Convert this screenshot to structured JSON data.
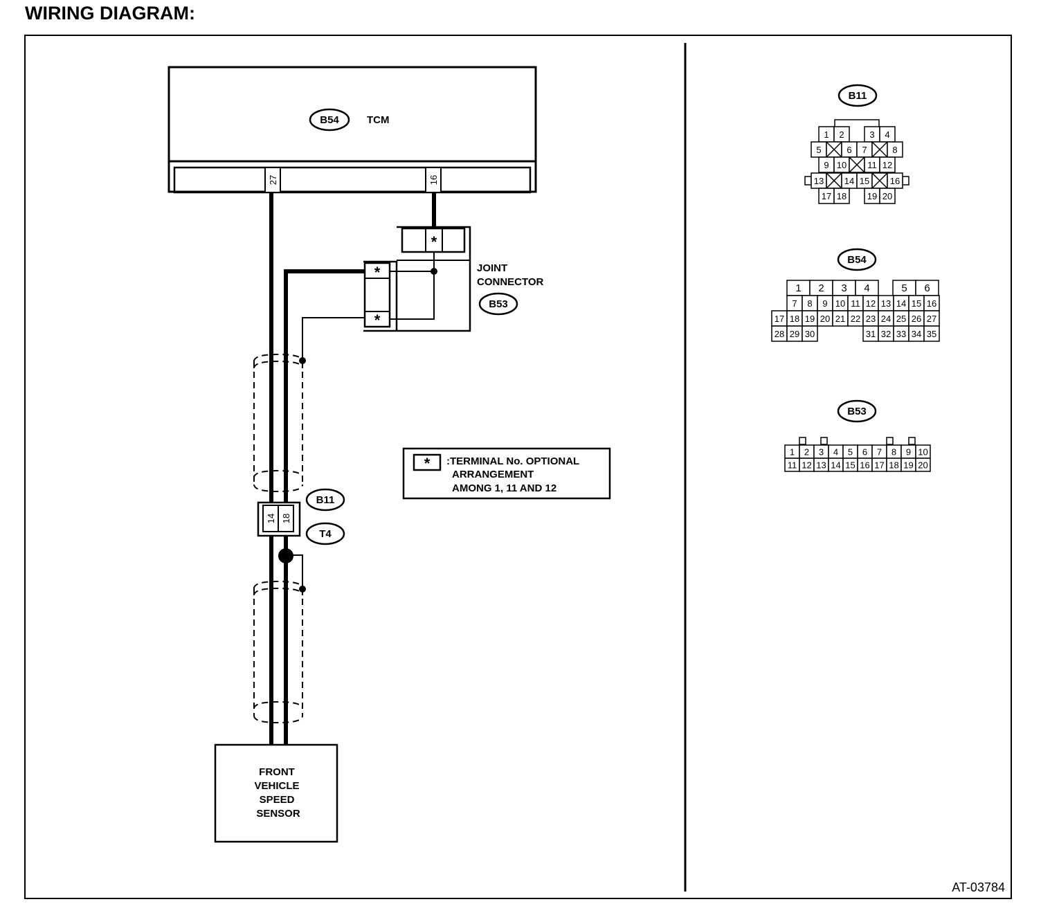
{
  "title": "WIRING DIAGRAM:",
  "doc_code": "AT-03784",
  "tcm": {
    "connector": "B54",
    "label": "TCM",
    "pin_left": "27",
    "pin_right": "16"
  },
  "joint_connector": {
    "label_line1": "JOINT",
    "label_line2": "CONNECTOR",
    "connector": "B53",
    "terminal_mark": "*"
  },
  "intermediate": {
    "connector_top": "B11",
    "connector_bottom": "T4",
    "pin_left": "14",
    "pin_right": "18"
  },
  "sensor": {
    "lines": [
      "FRONT",
      "VEHICLE",
      "SPEED",
      "SENSOR"
    ]
  },
  "legend": {
    "mark": "*",
    "line1": ":TERMINAL No. OPTIONAL",
    "line2": "ARRANGEMENT",
    "line3": "AMONG 1, 11 AND 12"
  },
  "pinouts": {
    "b11": {
      "label": "B11",
      "row1": [
        "1",
        "2",
        "3",
        "4"
      ],
      "row2": [
        "5",
        "6",
        "7",
        "8"
      ],
      "row3": [
        "9",
        "10",
        "11",
        "12"
      ],
      "row4": [
        "13",
        "14",
        "15",
        "16"
      ],
      "row5": [
        "17",
        "18",
        "19",
        "20"
      ]
    },
    "b54": {
      "label": "B54",
      "row1": [
        "1",
        "2",
        "3",
        "4",
        "5",
        "6"
      ],
      "row2": [
        "7",
        "8",
        "9",
        "10",
        "11",
        "12",
        "13",
        "14",
        "15",
        "16"
      ],
      "row3": [
        "17",
        "18",
        "19",
        "20",
        "21",
        "22",
        "23",
        "24",
        "25",
        "26",
        "27"
      ],
      "row4": [
        "28",
        "29",
        "30",
        "31",
        "32",
        "33",
        "34",
        "35"
      ]
    },
    "b53": {
      "label": "B53",
      "row1": [
        "1",
        "2",
        "3",
        "4",
        "5",
        "6",
        "7",
        "8",
        "9",
        "10"
      ],
      "row2": [
        "11",
        "12",
        "13",
        "14",
        "15",
        "16",
        "17",
        "18",
        "19",
        "20"
      ]
    }
  }
}
